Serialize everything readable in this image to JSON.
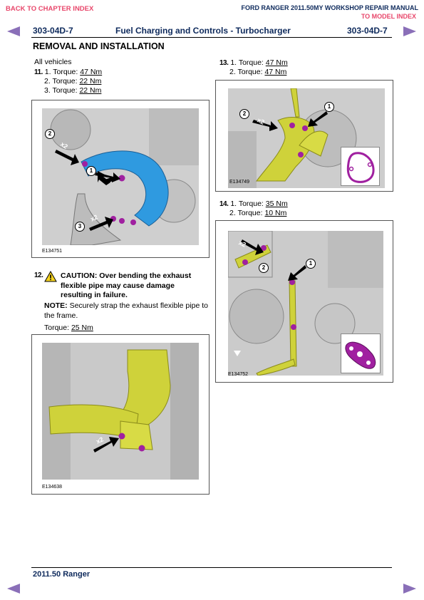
{
  "header": {
    "back_link": "BACK TO CHAPTER INDEX",
    "manual_title": "FORD RANGER 2011.50MY WORKSHOP REPAIR MANUAL",
    "model_link": "TO MODEL INDEX",
    "section_left": "303-04D-7",
    "section_title": "Fuel Charging and Controls - Turbocharger",
    "section_right": "303-04D-7"
  },
  "page_heading": "REMOVAL AND INSTALLATION",
  "left": {
    "all_vehicles": "All vehicles",
    "step11": {
      "num": "11.",
      "items": [
        {
          "n": "1.",
          "label": "Torque: ",
          "value": "47 Nm"
        },
        {
          "n": "2.",
          "label": "Torque: ",
          "value": "22 Nm"
        },
        {
          "n": "3.",
          "label": "Torque: ",
          "value": "22 Nm"
        }
      ],
      "fig_code": "E134751",
      "callouts": [
        "2",
        "1",
        "3"
      ],
      "mult": [
        "x2",
        "x2"
      ]
    },
    "step12": {
      "num": "12.",
      "caution": "CAUTION: Over bending the exhaust flexible pipe may cause damage resulting in failure.",
      "note_label": "NOTE:",
      "note_text": " Securely strap the exhaust flexible pipe to the frame.",
      "torque_label": "Torque: ",
      "torque_value": "25 Nm",
      "fig_code": "E134638",
      "mult": "x2"
    }
  },
  "right": {
    "step13": {
      "num": "13.",
      "items": [
        {
          "n": "1.",
          "label": "Torque: ",
          "value": "47 Nm"
        },
        {
          "n": "2.",
          "label": "Torque: ",
          "value": "47 Nm"
        }
      ],
      "fig_code": "E134749",
      "callouts": [
        "2",
        "1"
      ],
      "mult": "x2"
    },
    "step14": {
      "num": "14.",
      "items": [
        {
          "n": "1.",
          "label": "Torque: ",
          "value": "35 Nm"
        },
        {
          "n": "2.",
          "label": "Torque: ",
          "value": "10 Nm"
        }
      ],
      "fig_code": "E134752",
      "callouts": [
        "1",
        "2"
      ],
      "mult": "x2"
    }
  },
  "footer": {
    "text": "2011.50 Ranger"
  },
  "colors": {
    "link_red": "#e8476b",
    "header_blue": "#0e2a5c",
    "nav_purple": "#8a6fb8",
    "shield_blue": "#2f9ae0",
    "pipe_yellow": "#cfd23a",
    "bolt_purple": "#a020a0"
  },
  "icons": [
    "nav-prev-icon",
    "nav-next-icon",
    "caution-triangle-icon",
    "callout-arrow-icon"
  ]
}
